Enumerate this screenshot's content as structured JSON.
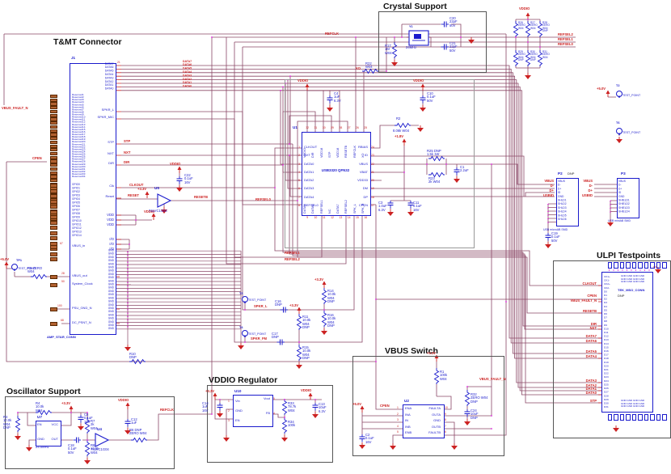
{
  "titles": {
    "tmt": "T&MT Connector",
    "crystal": "Crystal Support",
    "osc": "Oscillator Support",
    "reg": "VDDIO Regulator",
    "vbus": "VBUS Switch",
    "ulpi": "ULPI Testpoints"
  },
  "tmt": {
    "ref": "J1",
    "footer": "AMP_STAR_CONN",
    "reserved": [
      "Reserved1",
      "Reserved2",
      "Reserved3",
      "Reserved4",
      "Reserved5",
      "Reserved6",
      "Reserved7",
      "Reserved8",
      "Reserved9",
      "Reserved10",
      "Reserved11",
      "Reserved12",
      "Reserved13",
      "Reserved14",
      "Reserved15",
      "Reserved16",
      "Reserved17",
      "Reserved18",
      "Reserved19",
      "Reserved20",
      "Reserved21",
      "Reserved22",
      "Reserved23",
      "Reserved24",
      "Reserved25",
      "Reserved26",
      "Reserved27",
      "Reserved28",
      "Reserved29",
      "Reserved30",
      "Reserved31",
      "Reserved32",
      "Reserved33",
      "Reserved34"
    ],
    "gpio": [
      "GPIO0",
      "GPIO1",
      "GPIO2",
      "GPIO3",
      "GPIO4",
      "GPIO5",
      "GPIO6",
      "GPIO7",
      "GPIO8",
      "GPIO9",
      "GPIO10",
      "GPIO11",
      "GPIO12",
      "GPIO13",
      "GPIO14"
    ],
    "misc": [
      "VBUS_in",
      "VBUS_out",
      "System_Clock",
      "PSU_GND_N",
      "DC_PSNT_N"
    ],
    "misc_nums": [
      "67",
      "28",
      "50",
      "100",
      "68"
    ],
    "data_bus": [
      "DATA7",
      "DATA6",
      "DATA5",
      "DATA4",
      "DATA3",
      "DATA2",
      "DATA1",
      "DATA0"
    ],
    "data7_num": "21",
    "pins": {
      "spkr_l": "SPKR_L",
      "spkr_mic": "SPKR_MIC",
      "stp": "STP",
      "nxt": "NXT",
      "dir": "DIR",
      "clk": "Clk",
      "reset": "Reset"
    },
    "vdd": "VDD\nVDD\nVDD",
    "io": "I/O\nI/O\nI/O",
    "gnd": [
      "GND",
      "GND",
      "GND",
      "GND",
      "GND",
      "GND",
      "GND",
      "GND",
      "GND",
      "GND",
      "GND",
      "GND",
      "GND",
      "GND",
      "GND",
      "GND",
      "GND",
      "GND",
      "GND",
      "GND",
      "GND",
      "GND",
      "GND",
      "GND"
    ]
  },
  "nets": {
    "clkout": "CLKOUT",
    "resetb": "RESETB",
    "reset": "RESET",
    "stp": "STP",
    "nxt": "NXT",
    "dir": "DIR",
    "refclk": "REFCLK",
    "xo": "XO",
    "spkr_l": "SPKR_L",
    "spkr_fm": "SPKR_FM",
    "cpen": "CPEN",
    "vbus_fault": "VBUS_FAULT_N",
    "refsel2": "REFSEL2",
    "refsel1": "REFSEL1",
    "refsel0": "REFSEL0",
    "vddio": "VDDIO",
    "p33": "+3.3V",
    "p50": "+5.0V",
    "p18": "+1.8V",
    "usb": [
      "VBUS",
      "D-",
      "D+",
      "USBID"
    ]
  },
  "u1": {
    "ref": "U1",
    "name": "USB3320 QFN32",
    "left": [
      "CLKOUT",
      "NXT",
      "DATA0",
      "DATA1",
      "DATA2",
      "DATA3",
      "DATA4",
      "REFSEL0"
    ],
    "top": [
      "VDDIO",
      "DIR",
      "VDD18",
      "STP",
      "VDD18",
      "RESETB",
      "REFCLK",
      "XO"
    ],
    "right": [
      "RBIAS",
      "ID",
      "VBUS",
      "VBAT",
      "VDD33",
      "DM",
      "DP",
      "CPEN"
    ],
    "bottom": [
      "DATA5",
      "DATA6",
      "REFSEL1",
      "NC",
      "DATA7",
      "REFSEL2",
      "SPK_L",
      "SPK_R"
    ],
    "nums_left": [
      "1",
      "2",
      "3",
      "4",
      "5",
      "6",
      "7",
      "8"
    ],
    "nums_top": [
      "32",
      "31",
      "30",
      "29",
      "28",
      "27",
      "26",
      "25"
    ],
    "nums_right": [
      "24",
      "23",
      "22",
      "21",
      "20",
      "19",
      "18",
      "17"
    ],
    "nums_bottom": [
      "9",
      "10",
      "11",
      "12",
      "13",
      "14",
      "15",
      "16"
    ]
  },
  "u2": {
    "ref": "U2",
    "left": [
      "ENA",
      "INA",
      "IN",
      "INB",
      "ENB"
    ],
    "right": [
      "FAULTA",
      "OUTA",
      "GND",
      "OUTB",
      "FAULTB"
    ],
    "nums_left": [
      "1",
      "2",
      "3",
      "4",
      "5"
    ],
    "nums_right": [
      "10",
      "9",
      "8",
      "7",
      "6"
    ]
  },
  "u5": {
    "ref": "U5",
    "part": "74LVC1G04"
  },
  "u4": {
    "ref": "U4",
    "part": "74LVC1G04"
  },
  "osc": {
    "ref": "U7",
    "en": "EN",
    "vcc": "VCC",
    "gnd": "GND",
    "out": "OUT",
    "value": "24.0MHz",
    "nums": [
      "1",
      "4",
      "2",
      "3"
    ]
  },
  "y1": {
    "ref": "Y1",
    "value": "24MHz"
  },
  "u10": {
    "ref": "U10",
    "left": [
      "Vin",
      "GND",
      "EN"
    ],
    "right": [
      "Vout",
      "FB"
    ],
    "nums_left": [
      "1",
      "2",
      "3"
    ],
    "nums_right": [
      "5",
      "4"
    ]
  },
  "p2": {
    "ref": "P2",
    "dnp": "DNP",
    "pins": [
      "VBUS",
      "D-",
      "D+",
      "ID",
      "GND",
      "SHLD1",
      "SHLD2",
      "SHLD3",
      "SHLD4",
      "SHLD5",
      "SHLD6"
    ],
    "footer": "USB microAB SMD"
  },
  "p3": {
    "ref": "P3",
    "pins": [
      "VBUS",
      "D-",
      "D+",
      "ID",
      "GND",
      "SHIELD1",
      "SHIELD2",
      "SHIELD3",
      "SHIELD4"
    ],
    "footer": "USB miniAB SMD"
  },
  "ulpi": {
    "name": "TEK_MSO_CONN",
    "dnp": "DNP",
    "pins": [
      "CK1+",
      "CK1-",
      "CK2+",
      "CK2-",
      "D0",
      "D1",
      "D2",
      "D3",
      "D4",
      "D5",
      "D6",
      "D7",
      "D8",
      "D9",
      "D10",
      "D11",
      "D12",
      "D13",
      "D14",
      "D15",
      "D16",
      "D17",
      "D18",
      "D19",
      "D20",
      "D21",
      "D22",
      "D23",
      "D24",
      "D25",
      "D26",
      "D27",
      "D28",
      "D29",
      "D30",
      "D31"
    ],
    "gnd_grid": "GND GND GND GND\nGND GND GND GND\nGND GND GND GND",
    "nets": [
      "CLKOUT",
      "CPEN",
      "VBUS_FAULT_N",
      "RESETB",
      "DIR",
      "NXT",
      "DATA7",
      "DATA6",
      "DATA5",
      "DATA4",
      "DATA3",
      "DATA2",
      "DATA1",
      "DATA0",
      "STP"
    ]
  },
  "tp": {
    "label": "TEST_POINT",
    "tp1": "TP1",
    "t2": "T2",
    "t6": "T6",
    "t3": "T3",
    "t4": "T4"
  },
  "parts": {
    "r17": "R17\n1M\nW04",
    "c20": "C20\n22pF\n50V",
    "c21": "C21\n22pF\n50V",
    "r22": "R22\nW04",
    "c4": "C4\n1uF\n6.3V",
    "c10": "C10\n0.1uF\n50V",
    "r2": "R2",
    "r2v": "8.06k  W04",
    "r25": "R25  DNP\n1.5k  1W",
    "r23": "R23\n2k  W04",
    "c1": "C1\n2.2uF",
    "c3": "C3\n1.0uF\n6.3V",
    "c11": "C11\n0.1uF\n16V",
    "c19": "C19\n0.1uF\n50V",
    "c22": "C22\n0.1uF\n16V",
    "r9": "R9 ZERO\nW04",
    "r10": "R10\nDNP",
    "r1": "R1\n100k\nW04",
    "r32": "R32\nZERO W04\nDNP",
    "c24": "C24\n10uF\nDNP",
    "c2": "C2\n0.1uF\n16V",
    "c14": "C14\n1uF\n16V",
    "c13": "C13\n10uF\n6.3V",
    "r33": "R33\n78.7k\nW04",
    "r34": "R34\n100k",
    "r3": "R3\n10.0k\nW04\nDNP",
    "r4": "R4\n10.0k\nW04",
    "c8": "C8\n0.1uF\n16V",
    "c18": "C18\n0.1uF\n50V",
    "r7": "R7\n2k\nW04",
    "r8": "R8\n10.0k\nW04",
    "r6": "R6 DNP\nZERO W04",
    "c12": "C12\n1uF",
    "c16": "C16\nDNP",
    "c17": "C17\nDNP",
    "r14": "R14\n10.0k\nW04\nDNP",
    "r16": "R16\n10.0k\nW04\nDNP",
    "r11": "R11\n10.0k\nW04\nDNP",
    "r15": "R15\n10.0k\nW04\nDNP",
    "rb": [
      "R26\nZERO\nW04",
      "R27\nZERO\nW04",
      "R28\nZERO\nW04\nDNP",
      "R29\nZERO\nW04\nDNP",
      "R30\nZERO\nW04\nDNP",
      "R31\nZERO\nW04"
    ]
  }
}
